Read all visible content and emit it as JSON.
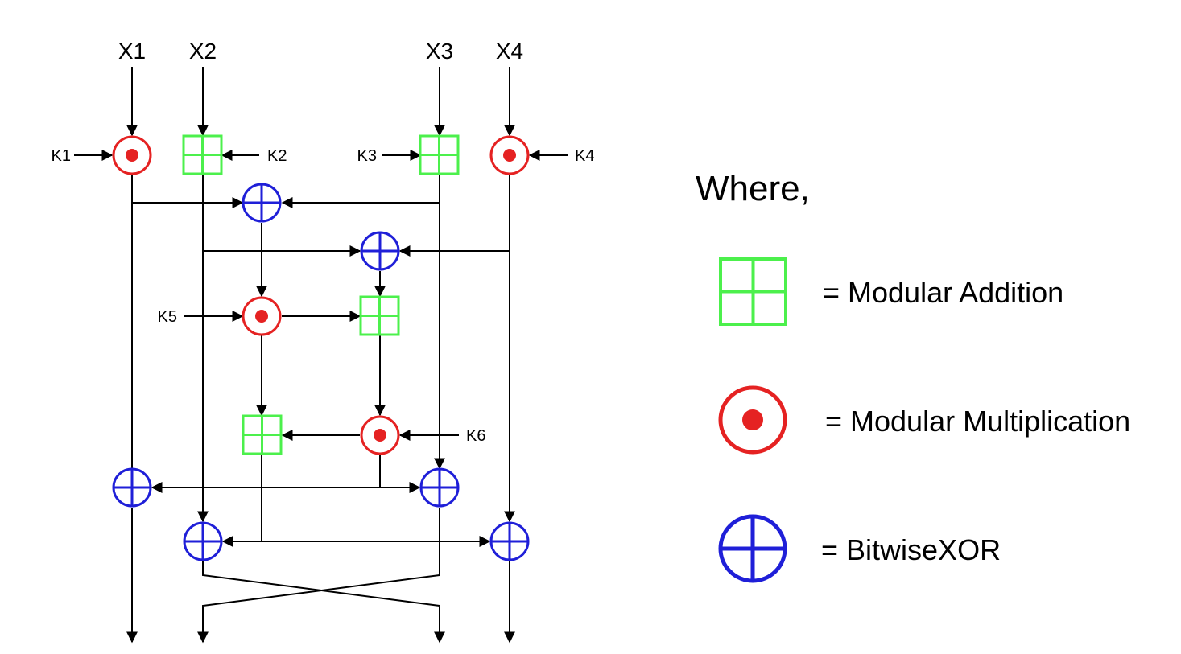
{
  "diagram": {
    "inputs": [
      "X1",
      "X2",
      "X3",
      "X4"
    ],
    "keys": [
      "K1",
      "K2",
      "K3",
      "K4",
      "K5",
      "K6"
    ]
  },
  "legend": {
    "title": "Where,",
    "items": [
      {
        "symbol": "modular-addition",
        "label": "= Modular Addition"
      },
      {
        "symbol": "modular-multiplication",
        "label": "= Modular Multiplication"
      },
      {
        "symbol": "bitwise-xor",
        "label": "= BitwiseXOR"
      }
    ]
  },
  "colors": {
    "addition": "#4cf04c",
    "multiplication": "#e52222",
    "xor": "#1f1fd8",
    "wire": "#000000"
  }
}
